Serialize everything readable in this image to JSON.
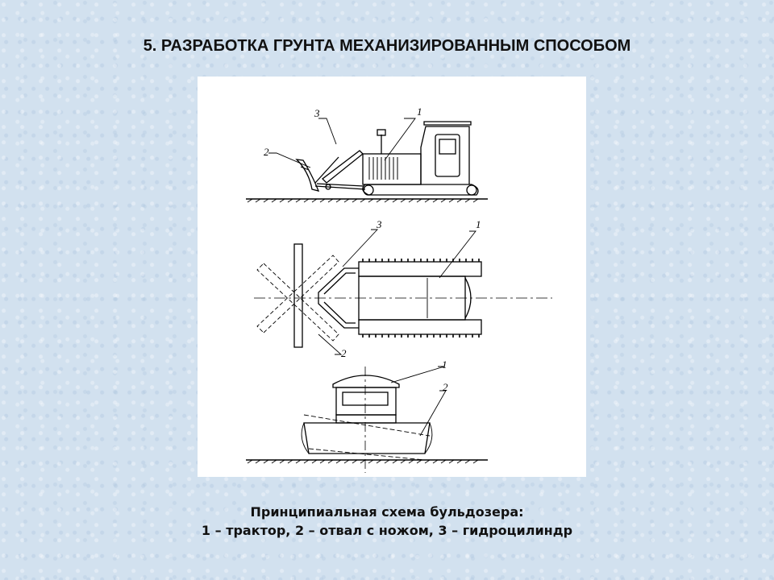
{
  "slide": {
    "title": "5. РАЗРАБОТКА ГРУНТА МЕХАНИЗИРОВАННЫМ СПОСОБОМ"
  },
  "figure": {
    "side_view": {
      "labels": [
        "1",
        "2",
        "3"
      ]
    },
    "top_view": {
      "labels": [
        "1",
        "2",
        "3"
      ]
    },
    "front_view": {
      "labels": [
        "1",
        "2"
      ]
    }
  },
  "caption": {
    "line1": "Принципиальная схема бульдозера:",
    "line2": "1 – трактор, 2 – отвал с ножом, 3 – гидроцилиндр"
  }
}
